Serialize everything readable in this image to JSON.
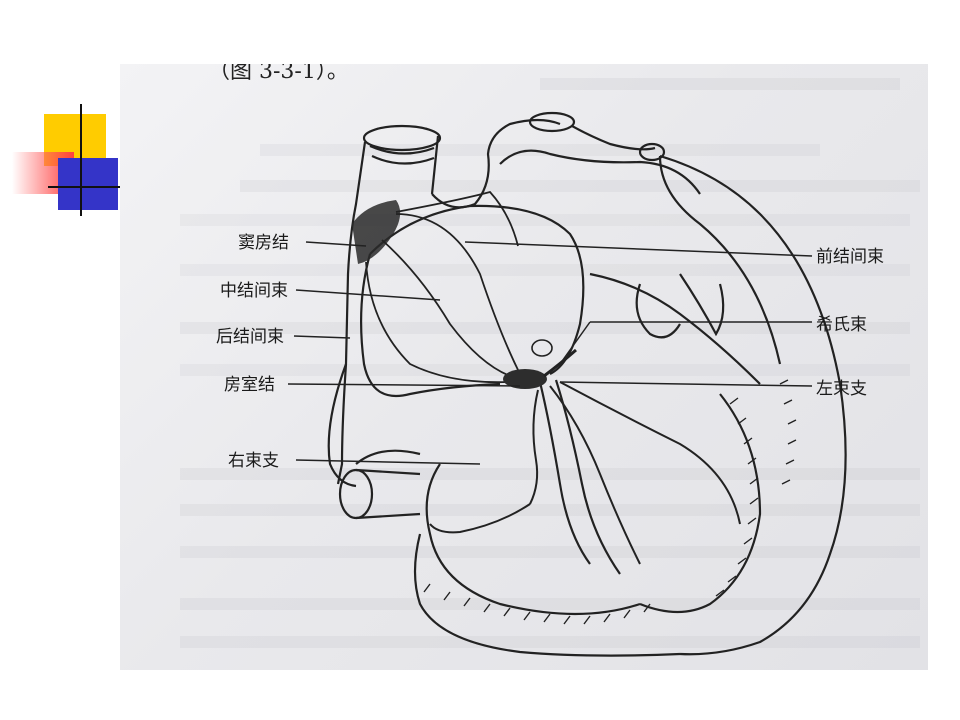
{
  "caption": "（图 3-3-1）。",
  "labels": {
    "sinoatrial_node": "窦房结",
    "middle_internodal": "中结间束",
    "posterior_internodal": "后结间束",
    "av_node": "房室结",
    "right_bundle": "右束支",
    "anterior_internodal": "前结间束",
    "his_bundle": "希氏束",
    "left_bundle": "左束支"
  },
  "colors": {
    "slide_accent_yellow": "#ffcc00",
    "slide_accent_red": "#ff3333",
    "slide_accent_blue": "#3333cc",
    "paper": "#ececef",
    "ink": "#1a1a1a"
  }
}
